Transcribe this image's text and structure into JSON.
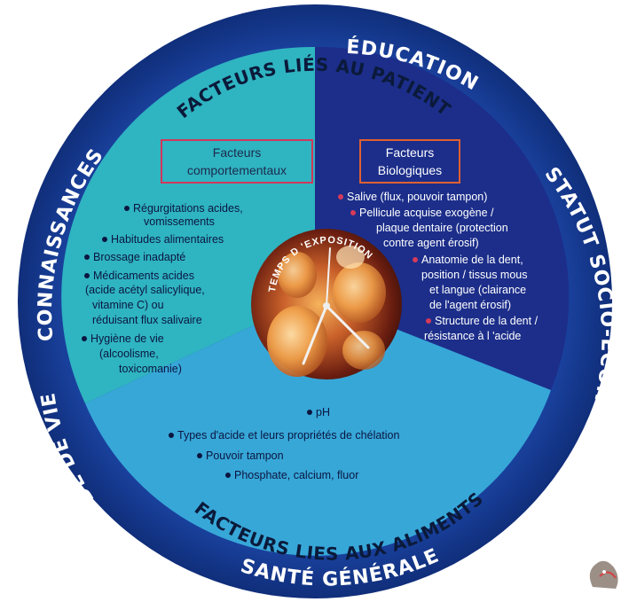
{
  "outer_ring": {
    "connaissances": "CONNAISSANCES",
    "education": "ÉDUCATION",
    "statut": "STATUT SOCIO-ÉCONOMIQUE",
    "sante": "SANTÉ GÉNÉRALE",
    "mode": "MODE DE VIE"
  },
  "patient": {
    "title": "FACTEURS LIÉS AU PATIENT",
    "comportementaux": {
      "box_line1": "Facteurs",
      "box_line2": "comportementaux",
      "items": [
        [
          "Régurgitations acides,",
          "vomissements"
        ],
        [
          "Habitudes alimentaires"
        ],
        [
          "Brossage inadapté"
        ],
        [
          "Médicaments acides",
          "(acide acétyl salicylique,",
          "vitamine C) ou",
          "réduisant flux salivaire"
        ],
        [
          "Hygiène de vie",
          "(alcoolisme,",
          "toxicomanie)"
        ]
      ]
    },
    "biologiques": {
      "box_line1": "Facteurs",
      "box_line2": "Biologiques",
      "items": [
        [
          "Salive (flux, pouvoir tampon)"
        ],
        [
          "Pellicule acquise exogène  /",
          "plaque dentaire (protection",
          "contre agent érosif)"
        ],
        [
          "Anatomie de la dent,",
          "position / tissus mous",
          "et langue (clairance",
          "de l'agent érosif)"
        ],
        [
          "Structure de la dent /",
          "résistance à l 'acide"
        ]
      ]
    }
  },
  "aliments": {
    "title": "FACTEURS LIES AUX ALIMENTS",
    "items": [
      "pH",
      "Types d'acide et leurs propriétés de chélation",
      "Pouvoir tampon",
      "Phosphate, calcium, fluor"
    ]
  },
  "center": {
    "label": "TEMPS D 'EXPOSITION"
  },
  "colors": {
    "outer_ring": "#1a3f9a",
    "patient_left": "#2bb3c0",
    "patient_right": "#1b2f88",
    "aliments": "#36a6d6",
    "box_border": "#d2375c",
    "box_border_right": "#e06030"
  }
}
